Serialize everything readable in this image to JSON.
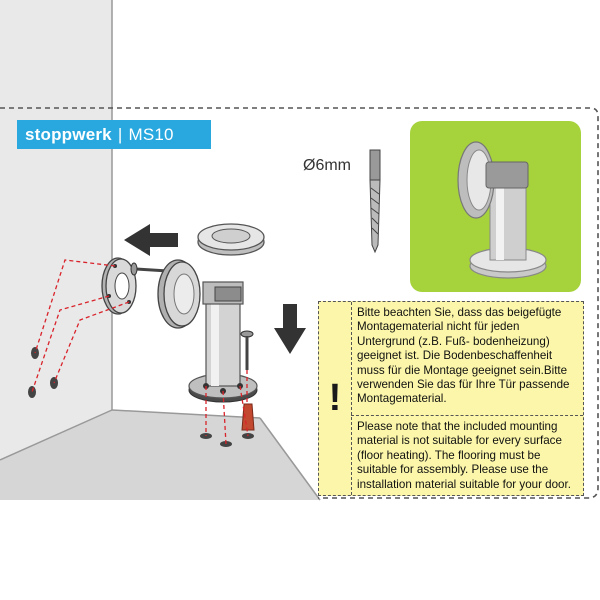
{
  "brand": {
    "name": "stoppwerk",
    "separator": "|",
    "model": "MS10"
  },
  "drill": {
    "label": "Ø6mm"
  },
  "notice": {
    "warning_symbol": "!",
    "text_de": "Bitte beachten Sie, dass das beigefügte Montagematerial nicht für jeden Untergrund (z.B. Fuß- bodenheizung) geeignet ist. Die Bodenbeschaffenheit muss für die Montage geeignet sein.Bitte verwenden Sie das für Ihre Tür passende Montagematerial.",
    "text_en": "Please note that the included mounting material is not suitable for every surface (floor heating). The flooring must be suitable for assembly. Please use the installation material suitable for your door."
  },
  "colors": {
    "brand_blue": "#29a8df",
    "product_bg_green": "#a6d33c",
    "notice_yellow": "#fbf6a9",
    "guide_red": "#d9232b",
    "wall_gray": "#e8e8e8",
    "floor_gray": "#d4d4d4"
  }
}
